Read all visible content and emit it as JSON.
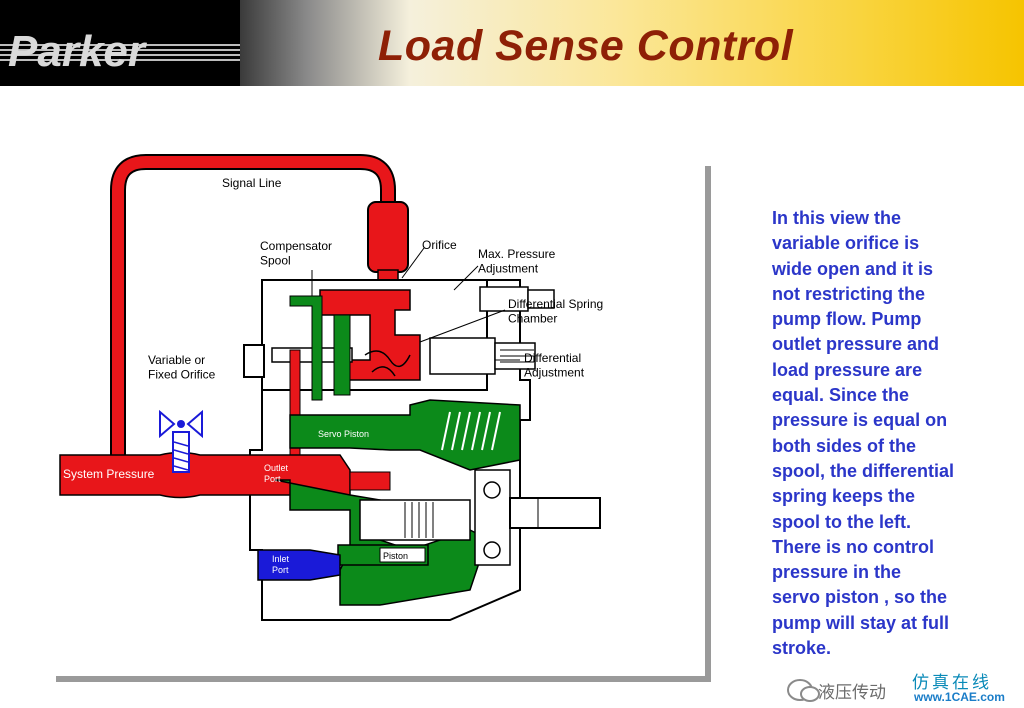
{
  "header": {
    "logo_text": "Parker",
    "title": "Load Sense Control"
  },
  "diagram": {
    "labels": {
      "signal_line": "Signal Line",
      "compensator_spool": "Compensator\nSpool",
      "orifice": "Orifice",
      "max_pressure": "Max. Pressure\nAdjustment",
      "differential_spring": "Differential Spring\nChamber",
      "differential_adjustment": "Differential\nAdjustment",
      "variable_orifice": "Variable or\nFixed Orifice",
      "system_pressure": "System Pressure",
      "outlet_port": "Outlet\nPort",
      "servo_piston": "Servo Piston",
      "piston": "Piston",
      "inlet_port": "Inlet\nPort"
    },
    "colors": {
      "pressure": "#e8161a",
      "case": "#0c8a1a",
      "inlet": "#1a1ad8",
      "body": "#ffffff",
      "outline": "#000000"
    }
  },
  "description": "In this view the\nvariable orifice is\nwide open and it is\nnot restricting the\npump flow.  Pump\noutlet pressure and\nload pressure are\nequal.  Since the\npressure is equal on\nboth sides of the\nspool, the differential\nspring keeps the\nspool to the left.\nThere is no control\npressure in  the\nservo piston , so the\npump will  stay at full\nstroke.",
  "watermark": {
    "account": "液压传动",
    "site_cn": "仿真在线",
    "site": "www.1CAE.com"
  }
}
